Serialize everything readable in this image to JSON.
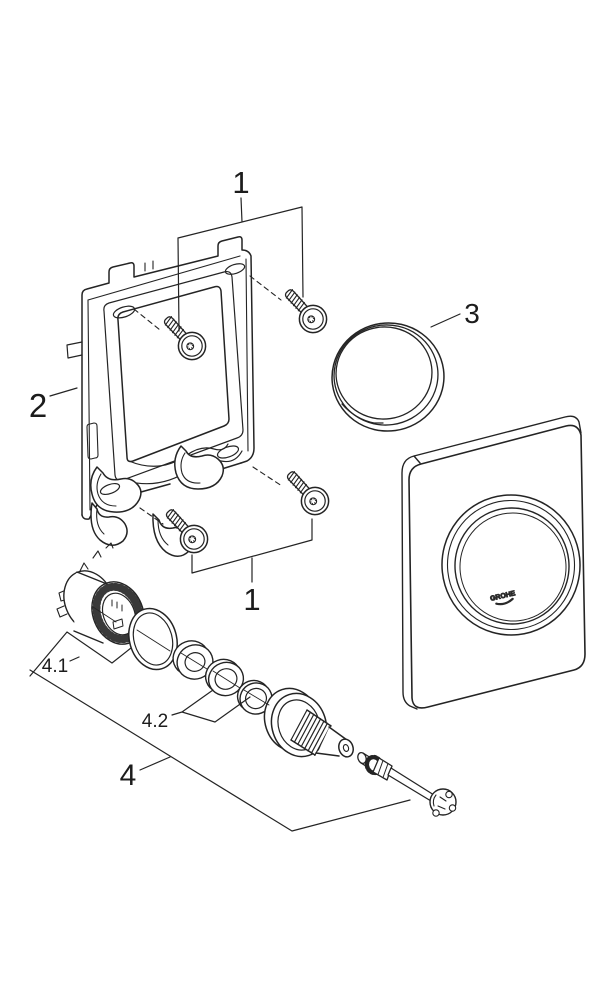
{
  "diagram": {
    "title_hint": "exploded-parts-diagram",
    "callouts": {
      "screws_top": "1",
      "screws_bottom": "1",
      "mounting_frame": "2",
      "seal_ring": "3",
      "valve_assembly": "4",
      "cartridge_group": "4.1",
      "washer_group": "4.2"
    },
    "plate": {
      "logo": "GROHE"
    },
    "colors": {
      "line": "#242424",
      "label": "#1c1c1c",
      "background": "#ffffff"
    }
  }
}
